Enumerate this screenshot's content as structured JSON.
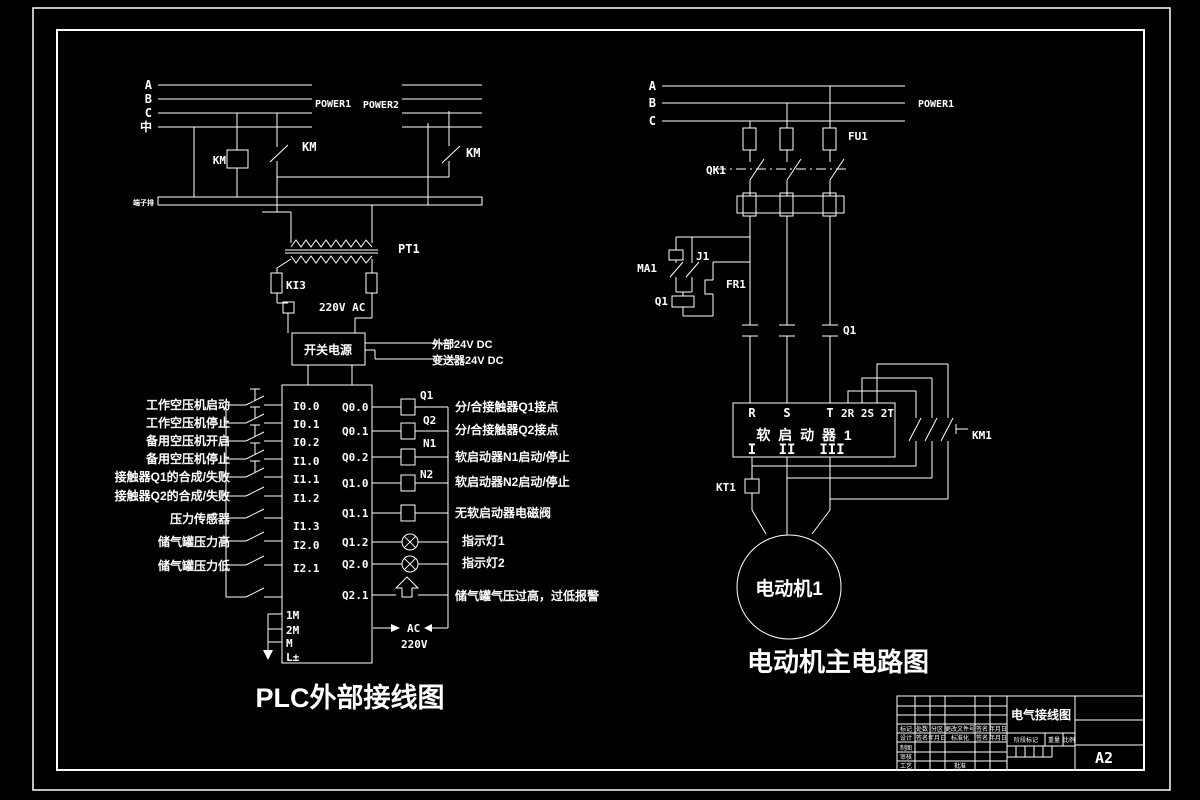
{
  "colors": {
    "background": "#000000",
    "line": "#ffffff"
  },
  "plc": {
    "title": "PLC外部接线图",
    "phase_a": "A",
    "phase_b": "B",
    "phase_c": "C",
    "phase_n": "中",
    "power1": "POWER1",
    "power2": "POWER2",
    "km_coil": "KM",
    "km_contact_left": "KM",
    "km_contact_right": "KM",
    "bus_label": "端子排",
    "pt1": "PT1",
    "ki3": "KI3",
    "v220": "220V AC",
    "psu": "开关电源",
    "psu_out1": "外部24V DC",
    "psu_out2": "变送器24V DC",
    "inputs": [
      {
        "addr": "I0.0",
        "desc": "工作空压机启动"
      },
      {
        "addr": "I0.1",
        "desc": "工作空压机停止"
      },
      {
        "addr": "I0.2",
        "desc": "备用空压机开启"
      },
      {
        "addr": "I1.0",
        "desc": "备用空压机停止"
      },
      {
        "addr": "I1.1",
        "desc": "接触器Q1的合成/失败"
      },
      {
        "addr": "I1.2",
        "desc": "接触器Q2的合成/失败"
      },
      {
        "addr": "I1.3",
        "desc": "压力传感器"
      },
      {
        "addr": "I2.0",
        "desc": "储气罐压力高"
      },
      {
        "addr": "I2.1",
        "desc": "储气罐压力低"
      }
    ],
    "outputs": [
      {
        "addr": "Q0.0",
        "coil": "Q1",
        "desc": "分/合接触器Q1接点"
      },
      {
        "addr": "Q0.1",
        "coil": "Q2",
        "desc": "分/合接触器Q2接点"
      },
      {
        "addr": "Q0.2",
        "coil": "N1",
        "desc": "软启动器N1启动/停止"
      },
      {
        "addr": "Q1.0",
        "coil": "N2",
        "desc": "软启动器N2启动/停止"
      },
      {
        "addr": "Q1.1",
        "coil": "",
        "desc": "无软启动器电磁阀"
      },
      {
        "addr": "Q1.2",
        "coil": "",
        "desc": "指示灯1"
      },
      {
        "addr": "Q2.0",
        "coil": "",
        "desc": "指示灯2"
      },
      {
        "addr": "Q2.1",
        "coil": "",
        "desc": "储气罐气压过高，过低报警"
      }
    ],
    "terminals": [
      "1M",
      "2M",
      "M",
      "L±"
    ],
    "ac1": "AC",
    "ac2": "220V"
  },
  "motor": {
    "title": "电动机主电路图",
    "phase_a": "A",
    "phase_b": "B",
    "phase_c": "C",
    "power1": "POWER1",
    "fu1": "FU1",
    "qk1": "QK1",
    "ma1": "MA1",
    "j1": "J1",
    "q1_coil": "Q1",
    "fr1": "FR1",
    "q1_contact": "Q1",
    "starter_r": "R",
    "starter_s": "S",
    "starter_t": "T",
    "starter_bypass": "2R 2S 2T",
    "starter_name": "软 启 动 器 1",
    "out_i": "I",
    "out_ii": "II",
    "out_iii": "III",
    "km1": "KM1",
    "kt1": "KT1",
    "motor_label": "电动机1"
  },
  "title_block": {
    "drawing_title": "电气接线图",
    "sheet_size": "A2",
    "row1": [
      "标记",
      "处数",
      "分区",
      "更改文件号",
      "签名",
      "年月日"
    ],
    "row2": [
      "设计",
      "签名",
      "年月日",
      "标准化",
      "签名",
      "年月日"
    ],
    "col_rows": [
      "制图",
      "审核",
      "工艺"
    ],
    "approve": "批准",
    "stage": "阶段标记",
    "weight": "重量",
    "scale": "比例"
  }
}
